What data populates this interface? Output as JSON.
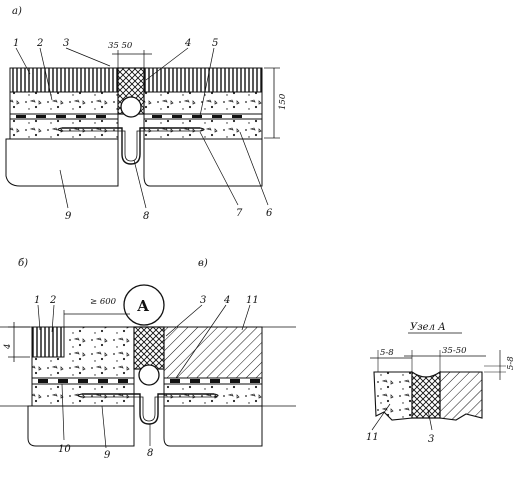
{
  "panels": {
    "a": {
      "label": "а)"
    },
    "b": {
      "label": "б)"
    },
    "v": {
      "label": "в)"
    }
  },
  "callouts_a": {
    "c1": "1",
    "c2": "2",
    "c3": "3",
    "c4": "4",
    "c5": "5",
    "c6": "6",
    "c7": "7",
    "c8": "8",
    "c9": "9"
  },
  "dims_a": {
    "gap": "35  50",
    "height": "150"
  },
  "callouts_b": {
    "c1": "1",
    "c2": "2",
    "c3": "3",
    "c4": "4",
    "c8": "8",
    "c9": "9",
    "c10": "10",
    "c11": "11"
  },
  "dims_b": {
    "spacing": "≥ 600",
    "height": "4"
  },
  "detail_marker": "А",
  "detail": {
    "title": "Узел  А",
    "dim_left": "5-8",
    "dim_gap": "35-50",
    "dim_right": "5-8",
    "c11": "11",
    "c3": "3"
  }
}
